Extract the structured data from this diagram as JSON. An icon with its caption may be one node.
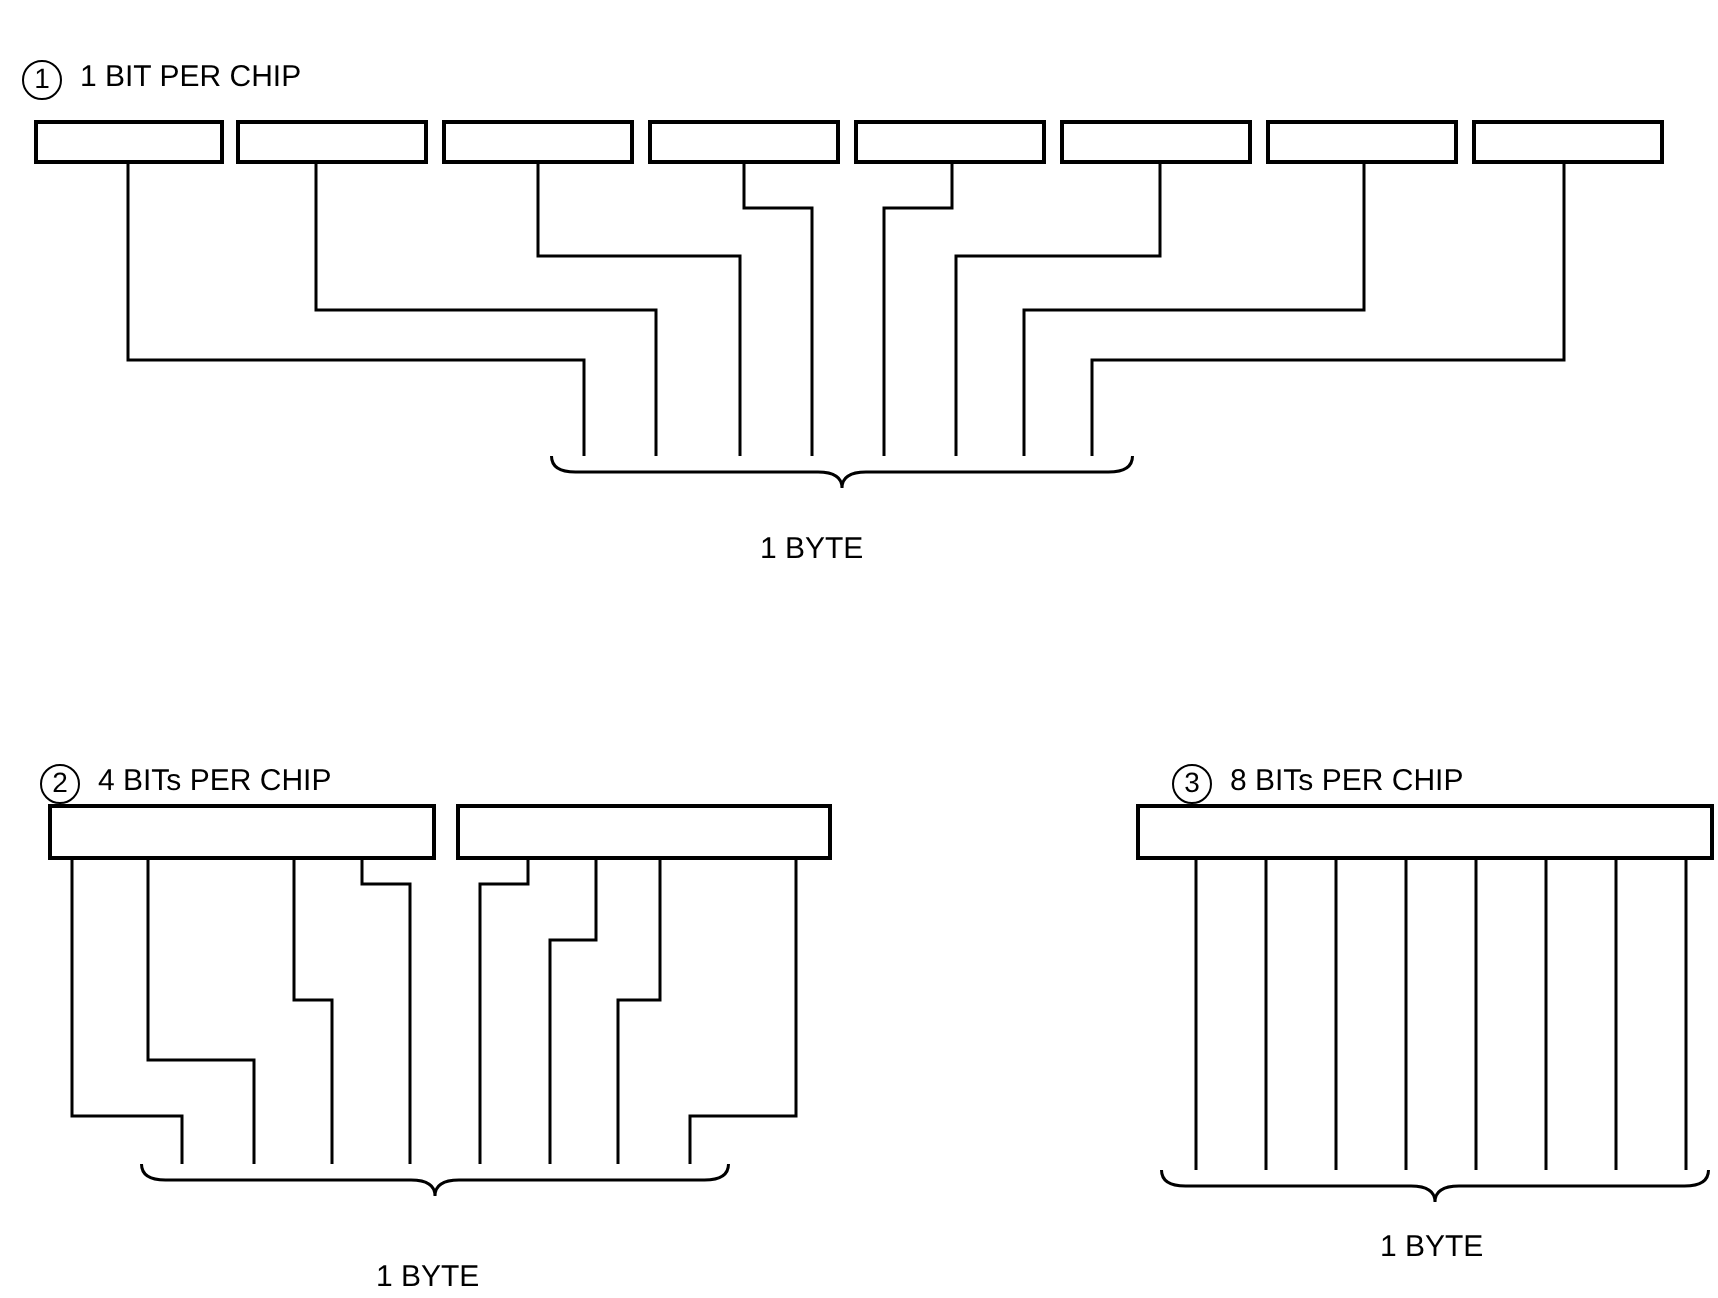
{
  "diagram": {
    "nodes": [
      {
        "text": [],
        "shape": "box"
      },
      {
        "text": [],
        "shape": "box"
      },
      {
        "text": [],
        "shape": "box"
      },
      {
        "text": [],
        "shape": "box"
      },
      {
        "text": [],
        "shape": "box"
      },
      {
        "text": [],
        "shape": "box"
      },
      {
        "text": [],
        "shape": "box"
      },
      {
        "text": [],
        "shape": "box"
      },
      {
        "text": [],
        "shape": "box"
      },
      {
        "text": [],
        "shape": "box"
      },
      {
        "text": [],
        "shape": "box"
      },
      {
        "text": [],
        "shape": "brace"
      },
      {
        "text": [],
        "shape": "brace"
      },
      {
        "text": [],
        "shape": "brace"
      }
    ],
    "edges": [
      {
        "from": 0,
        "to": 11,
        "arrow": "none"
      },
      {
        "from": 1,
        "to": 11,
        "arrow": "none"
      },
      {
        "from": 2,
        "to": 11,
        "arrow": "none"
      },
      {
        "from": 3,
        "to": 11,
        "arrow": "none"
      },
      {
        "from": 4,
        "to": 11,
        "arrow": "none"
      },
      {
        "from": 5,
        "to": 11,
        "arrow": "none"
      },
      {
        "from": 6,
        "to": 11,
        "arrow": "none"
      },
      {
        "from": 7,
        "to": 11,
        "arrow": "none"
      },
      {
        "from": 8,
        "to": 12,
        "arrow": "none"
      },
      {
        "from": 8,
        "to": 12,
        "arrow": "none"
      },
      {
        "from": 8,
        "to": 12,
        "arrow": "none"
      },
      {
        "from": 8,
        "to": 12,
        "arrow": "none"
      },
      {
        "from": 9,
        "to": 12,
        "arrow": "none"
      },
      {
        "from": 9,
        "to": 12,
        "arrow": "none"
      },
      {
        "from": 9,
        "to": 12,
        "arrow": "none"
      },
      {
        "from": 9,
        "to": 12,
        "arrow": "none"
      },
      {
        "from": 10,
        "to": 13,
        "arrow": "none"
      },
      {
        "from": 10,
        "to": 13,
        "arrow": "none"
      },
      {
        "from": 10,
        "to": 13,
        "arrow": "none"
      },
      {
        "from": 10,
        "to": 13,
        "arrow": "none"
      },
      {
        "from": 10,
        "to": 13,
        "arrow": "none"
      },
      {
        "from": 10,
        "to": 13,
        "arrow": "none"
      },
      {
        "from": 10,
        "to": 13,
        "arrow": "none"
      },
      {
        "from": 10,
        "to": 13,
        "arrow": "none"
      }
    ],
    "labels": [
      "1",
      "1 BIT PER CHIP",
      "1 BYTE",
      "2",
      "4 BITs PER CHIP",
      "3",
      "8 BITs PER CHIP",
      "1 BYTE",
      "1 BYTE"
    ]
  }
}
